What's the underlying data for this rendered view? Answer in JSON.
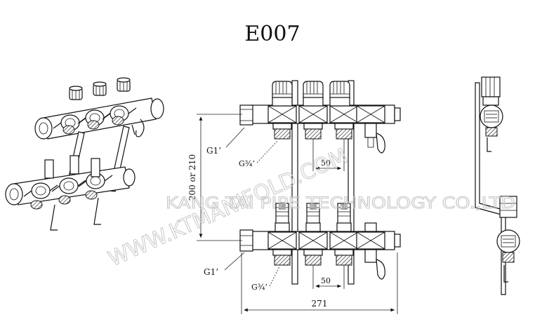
{
  "title": "E007",
  "labels": {
    "inlet_top": "G1’",
    "inlet_bottom": "G1’",
    "outlet_top": "G¾’",
    "outlet_bottom": "G¾’",
    "spacing_top": "50",
    "spacing_bottom": "50",
    "height": "200 or 210",
    "width": "271"
  },
  "watermarks": {
    "url": "WWW.KTMANIFOLD.COM",
    "company": "KANG TAI PIPE TECHNOLOGY CO.,LTD"
  },
  "colors": {
    "line": "#111111",
    "watermark": "#c8c8c8",
    "background": "#ffffff"
  }
}
